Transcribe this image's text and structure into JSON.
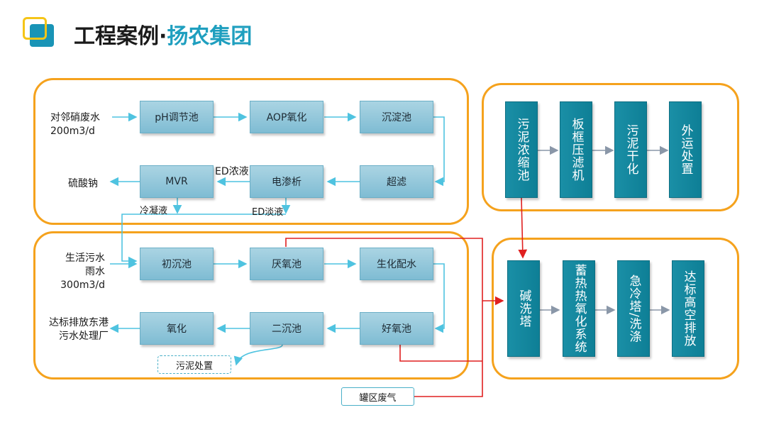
{
  "header": {
    "title_main": "工程案例",
    "title_dot": "·",
    "title_sub": "扬农集团"
  },
  "wastewater_a": {
    "input_label_line1": "对邻硝废水",
    "input_label_line2": "200m3/d",
    "boxes": [
      "pH调节池",
      "AOP氧化",
      "沉淀池",
      "超滤",
      "电渗析",
      "MVR"
    ],
    "output_label": "硫酸钠",
    "ed_concentrate": "ED浓液",
    "ed_dilute": "ED淡液",
    "condensate": "冷凝液"
  },
  "wastewater_b": {
    "input_label_line1": "生活污水",
    "input_label_line2": "雨水",
    "input_label_line3": "300m3/d",
    "boxes": [
      "初沉池",
      "厌氧池",
      "生化配水",
      "好氧池",
      "二沉池",
      "氧化"
    ],
    "output_label_line1": "达标排放东港",
    "output_label_line2": "污水处理厂",
    "sludge_box": "污泥处置"
  },
  "sludge": {
    "boxes": [
      "污泥浓缩池",
      "板框压滤机",
      "污泥干化",
      "外运处置"
    ]
  },
  "gas": {
    "boxes": [
      "碱洗塔",
      "蓄热热氧化系统",
      "急冷塔/洗涤",
      "达标高空排放"
    ],
    "tank_gas": "罐区废气"
  },
  "colors": {
    "orange_border": "#f5a21d",
    "teal_box": "#0e7f96",
    "light_box": "#8ec6da",
    "cyan_arrow": "#4fc3e0",
    "red_line": "#e02020",
    "gray_arrow": "#8a97a8"
  }
}
